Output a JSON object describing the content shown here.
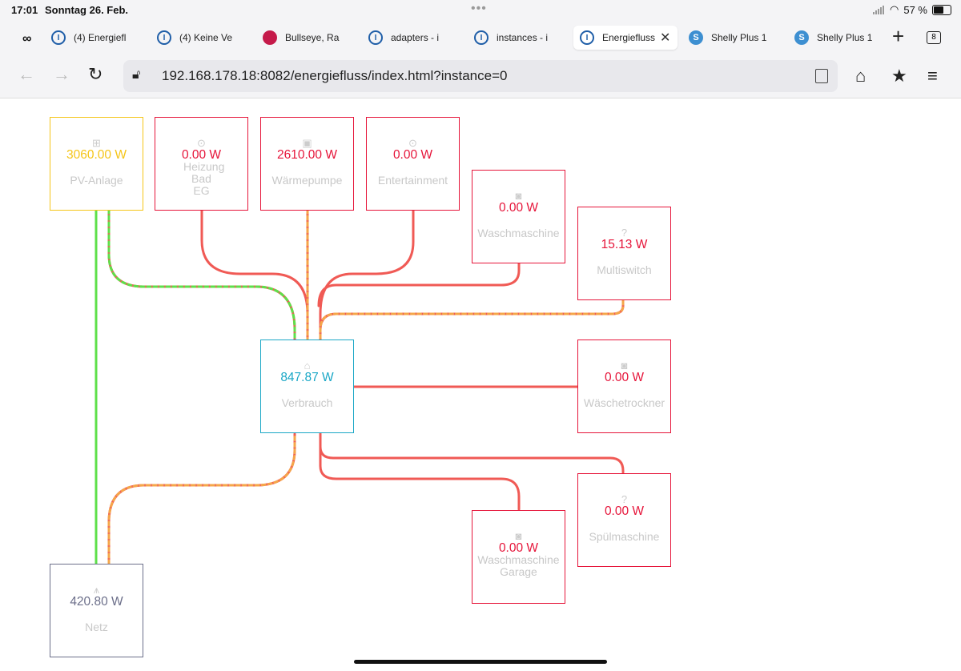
{
  "status": {
    "time": "17:01",
    "date": "Sonntag 26. Feb.",
    "battery": "57 %"
  },
  "tabs": [
    {
      "label": "(4) Energiefl",
      "icon": "iobroker-icon",
      "active": false
    },
    {
      "label": "(4) Keine Ve",
      "icon": "iobroker-icon",
      "active": false
    },
    {
      "label": "Bullseye, Ra",
      "icon": "raspberry-pi-icon",
      "active": false
    },
    {
      "label": "adapters - i",
      "icon": "iobroker-icon",
      "active": false
    },
    {
      "label": "instances - i",
      "icon": "iobroker-icon",
      "active": false
    },
    {
      "label": "Energiefluss",
      "icon": "iobroker-icon",
      "active": true
    },
    {
      "label": "Shelly Plus 1",
      "icon": "shelly-icon",
      "active": false
    },
    {
      "label": "Shelly Plus 1",
      "icon": "shelly-icon",
      "active": false
    }
  ],
  "tab_count": "8",
  "url": "192.168.178.18:8082/energiefluss/index.html?instance=0",
  "colors": {
    "consumer": "#e6153a",
    "pv": "#f5c518",
    "home": "#1aa7c6",
    "grid": "#6c6f8a",
    "line_red": "#f05a55",
    "line_green": "#5ee04a"
  },
  "energy": {
    "pv": {
      "value": "3060.00 W",
      "label": "PV-Anlage",
      "icon": "solar-panel-icon"
    },
    "heizung": {
      "value": "0.00 W",
      "label": "Heizung Bad EG",
      "icon": "socket-icon"
    },
    "waermepumpe": {
      "value": "2610.00 W",
      "label": "Wärmepumpe",
      "icon": "heat-pump-icon"
    },
    "entertainment": {
      "value": "0.00 W",
      "label": "Entertainment",
      "icon": "socket-icon"
    },
    "waschmaschine": {
      "value": "0.00 W",
      "label": "Waschmaschine",
      "icon": "washing-machine-icon"
    },
    "multiswitch": {
      "value": "15.13 W",
      "label": "Multiswitch",
      "icon": "question-icon"
    },
    "verbrauch": {
      "value": "847.87 W",
      "label": "Verbrauch",
      "icon": "house-icon"
    },
    "waeschetrockner": {
      "value": "0.00 W",
      "label": "Wäschetrockner",
      "icon": "dryer-icon"
    },
    "spuelmaschine": {
      "value": "0.00 W",
      "label": "Spülmaschine",
      "icon": "question-icon"
    },
    "waschmaschine_garage": {
      "value": "0.00 W",
      "label": "Waschmaschine Garage",
      "icon": "washing-machine-icon"
    },
    "netz": {
      "value": "420.80 W",
      "label": "Netz",
      "icon": "power-pylon-icon"
    }
  }
}
